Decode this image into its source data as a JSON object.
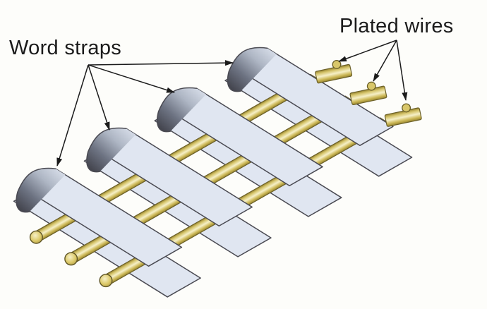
{
  "diagram": {
    "subject": "Plated-wire memory weave: word straps folded over plated wires",
    "labels": {
      "word_straps": "Word straps",
      "plated_wires": "Plated wires"
    },
    "word_strap_count": 4,
    "plated_wire_count": 3,
    "arrows": {
      "word_straps_arrow_count": 4,
      "plated_wires_arrow_count": 3
    },
    "colors": {
      "background": "#fdfdfa",
      "strap_fill": "#e0e6f1",
      "strap_outline": "#4a4a52",
      "wire_highlight": "#f6f0c8",
      "wire_mid": "#d6c56c",
      "wire_shadow": "#97842e",
      "wire_outline": "#6b6028",
      "fold_dark": "#3a3a42",
      "fold_mid": "#aeb6c4",
      "fold_light": "#e0e6f1",
      "label_text": "#1b1b1b",
      "arrow": "#1b1b1b"
    }
  }
}
